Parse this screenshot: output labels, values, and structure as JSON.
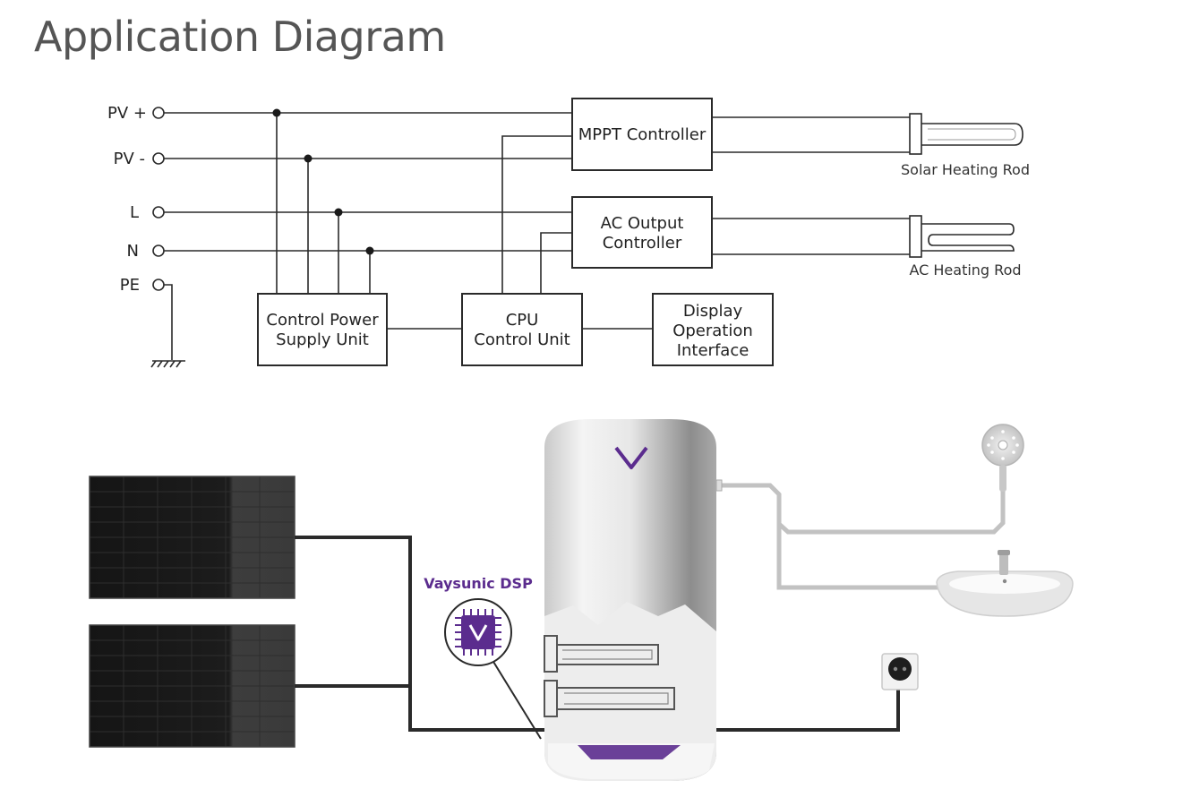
{
  "title": "Application Diagram",
  "terminals": {
    "pv_plus": "PV +",
    "pv_minus": "PV -",
    "l": "L",
    "n": "N",
    "pe": "PE"
  },
  "blocks": {
    "mppt": [
      "MPPT Controller"
    ],
    "ac_output": [
      "AC Output",
      "Controller"
    ],
    "control_power": [
      "Control Power",
      "Supply Unit"
    ],
    "cpu": [
      "CPU",
      "Control Unit"
    ],
    "display": [
      "Display",
      "Operation",
      "Interface"
    ]
  },
  "loads": {
    "solar_rod": "Solar Heating Rod",
    "ac_rod": "AC Heating Rod"
  },
  "illustration": {
    "dsp_label": "Vaysunic DSP",
    "brand_color": "#5b2c8e"
  }
}
